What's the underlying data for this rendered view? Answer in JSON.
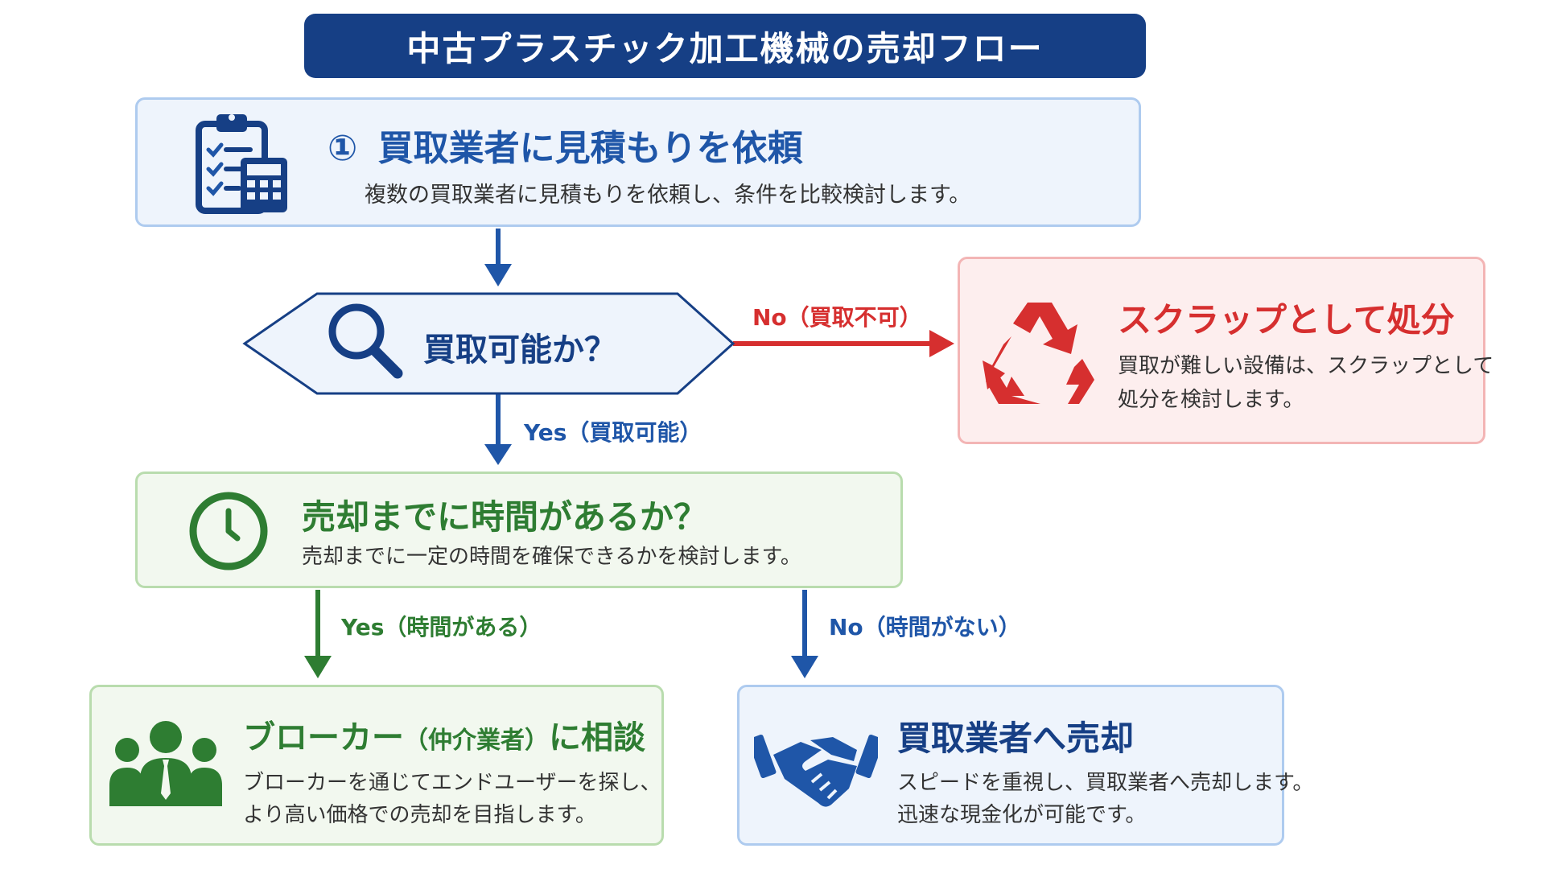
{
  "title": "中古プラスチック加工機械の売却フロー",
  "step1": {
    "number": "①",
    "heading": "買取業者に見積もりを依頼",
    "description": "複数の買取業者に見積もりを依頼し、条件を比較検討します。"
  },
  "decision1": {
    "question": "買取可能か？",
    "no_label": "No（買取不可）",
    "yes_label": "Yes（買取可能）"
  },
  "scrap": {
    "heading": "スクラップとして処分",
    "description_line1": "買取が難しい設備は、スクラップとして",
    "description_line2": "処分を検討します。"
  },
  "decision2": {
    "heading": "売却までに時間があるか？",
    "description": "売却までに一定の時間を確保できるかを検討します。",
    "yes_label": "Yes（時間がある）",
    "no_label": "No（時間がない）"
  },
  "broker": {
    "heading_main": "ブローカー",
    "heading_paren": "（仲介業者）",
    "heading_tail": "に相談",
    "description_line1": "ブローカーを通じてエンドユーザーを探し、",
    "description_line2": "より高い価格での売却を目指します。"
  },
  "buyer": {
    "heading": "買取業者へ売却",
    "description_line1": "スピードを重視し、買取業者へ売却します。",
    "description_line2": "迅速な現金化が可能です。"
  },
  "colors": {
    "navy": "#163f85",
    "blue": "#1f56a8",
    "red": "#d62f2f",
    "green": "#2e7d32"
  },
  "icons": {
    "step1": "clipboard-calculator-icon",
    "decision1": "magnifier-icon",
    "scrap": "recycle-icon",
    "decision2": "clock-icon",
    "broker": "people-group-icon",
    "buyer": "handshake-icon"
  }
}
